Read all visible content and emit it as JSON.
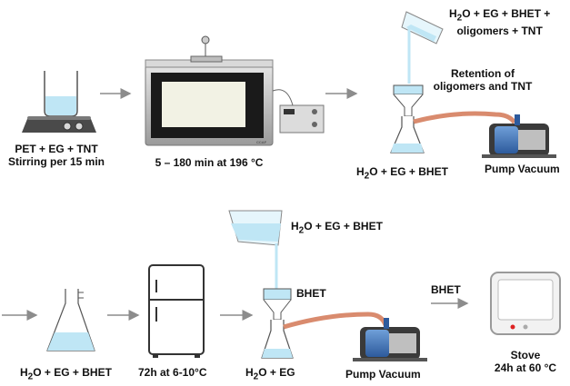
{
  "row1": {
    "step1": {
      "line1": "PET + EG + TNT",
      "line2": "Stirring per 15 min"
    },
    "step2": {
      "label": "5 – 180 min at 196 °C",
      "reactor_badge": "CCAF"
    },
    "step3": {
      "pour_line1_html": "H<sub>2</sub>O + EG + BHET +",
      "pour_line2": "oligomers + TNT",
      "retention_line1": "Retention of",
      "retention_line2": "oligomers and TNT",
      "filtrate_html": "H<sub>2</sub>O + EG + BHET",
      "pump": "Pump Vacuum"
    }
  },
  "row2": {
    "step4": {
      "label_html": "H<sub>2</sub>O + EG + BHET"
    },
    "step5": {
      "label": "72h at 6-10°C"
    },
    "step6": {
      "pour_html": "H<sub>2</sub>O + EG + BHET",
      "retained": "BHET",
      "filtrate_html": "H<sub>2</sub>O + EG",
      "pump": "Pump Vacuum"
    },
    "step7": {
      "arrow_label": "BHET",
      "line1": "Stove",
      "line2": "24h at 60 °C"
    }
  },
  "colors": {
    "liquid": "#bfe6f5",
    "hose": "#d98b6e",
    "pump_blue": "#3a6fb5",
    "arrow": "#8c8c8c"
  }
}
